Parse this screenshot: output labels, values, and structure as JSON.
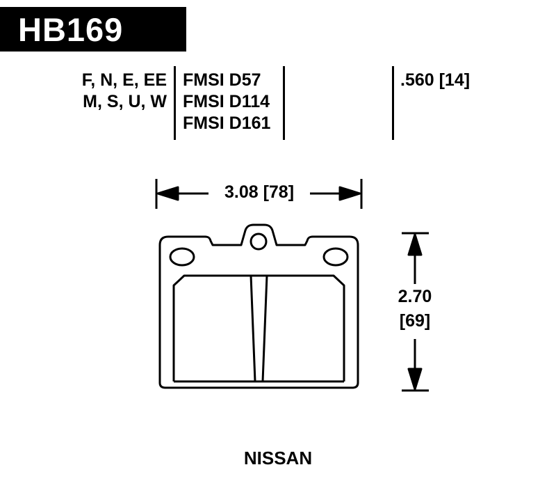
{
  "header": {
    "part_number": "HB169"
  },
  "spec_table": {
    "compound_codes_line1": "F, N, E, EE",
    "compound_codes_line2": "M, S, U, W",
    "fmsi_numbers": [
      "FMSI D57",
      "FMSI D114",
      "FMSI D161"
    ],
    "thickness": ".560 [14]"
  },
  "dimensions": {
    "width_label": "3.08 [78]",
    "height_inches": "2.70",
    "height_mm": "[69]"
  },
  "footer": {
    "vehicle": "NISSAN"
  },
  "colors": {
    "ink": "#000000",
    "paper": "#ffffff",
    "banner_bg": "#000000",
    "banner_text": "#ffffff"
  }
}
